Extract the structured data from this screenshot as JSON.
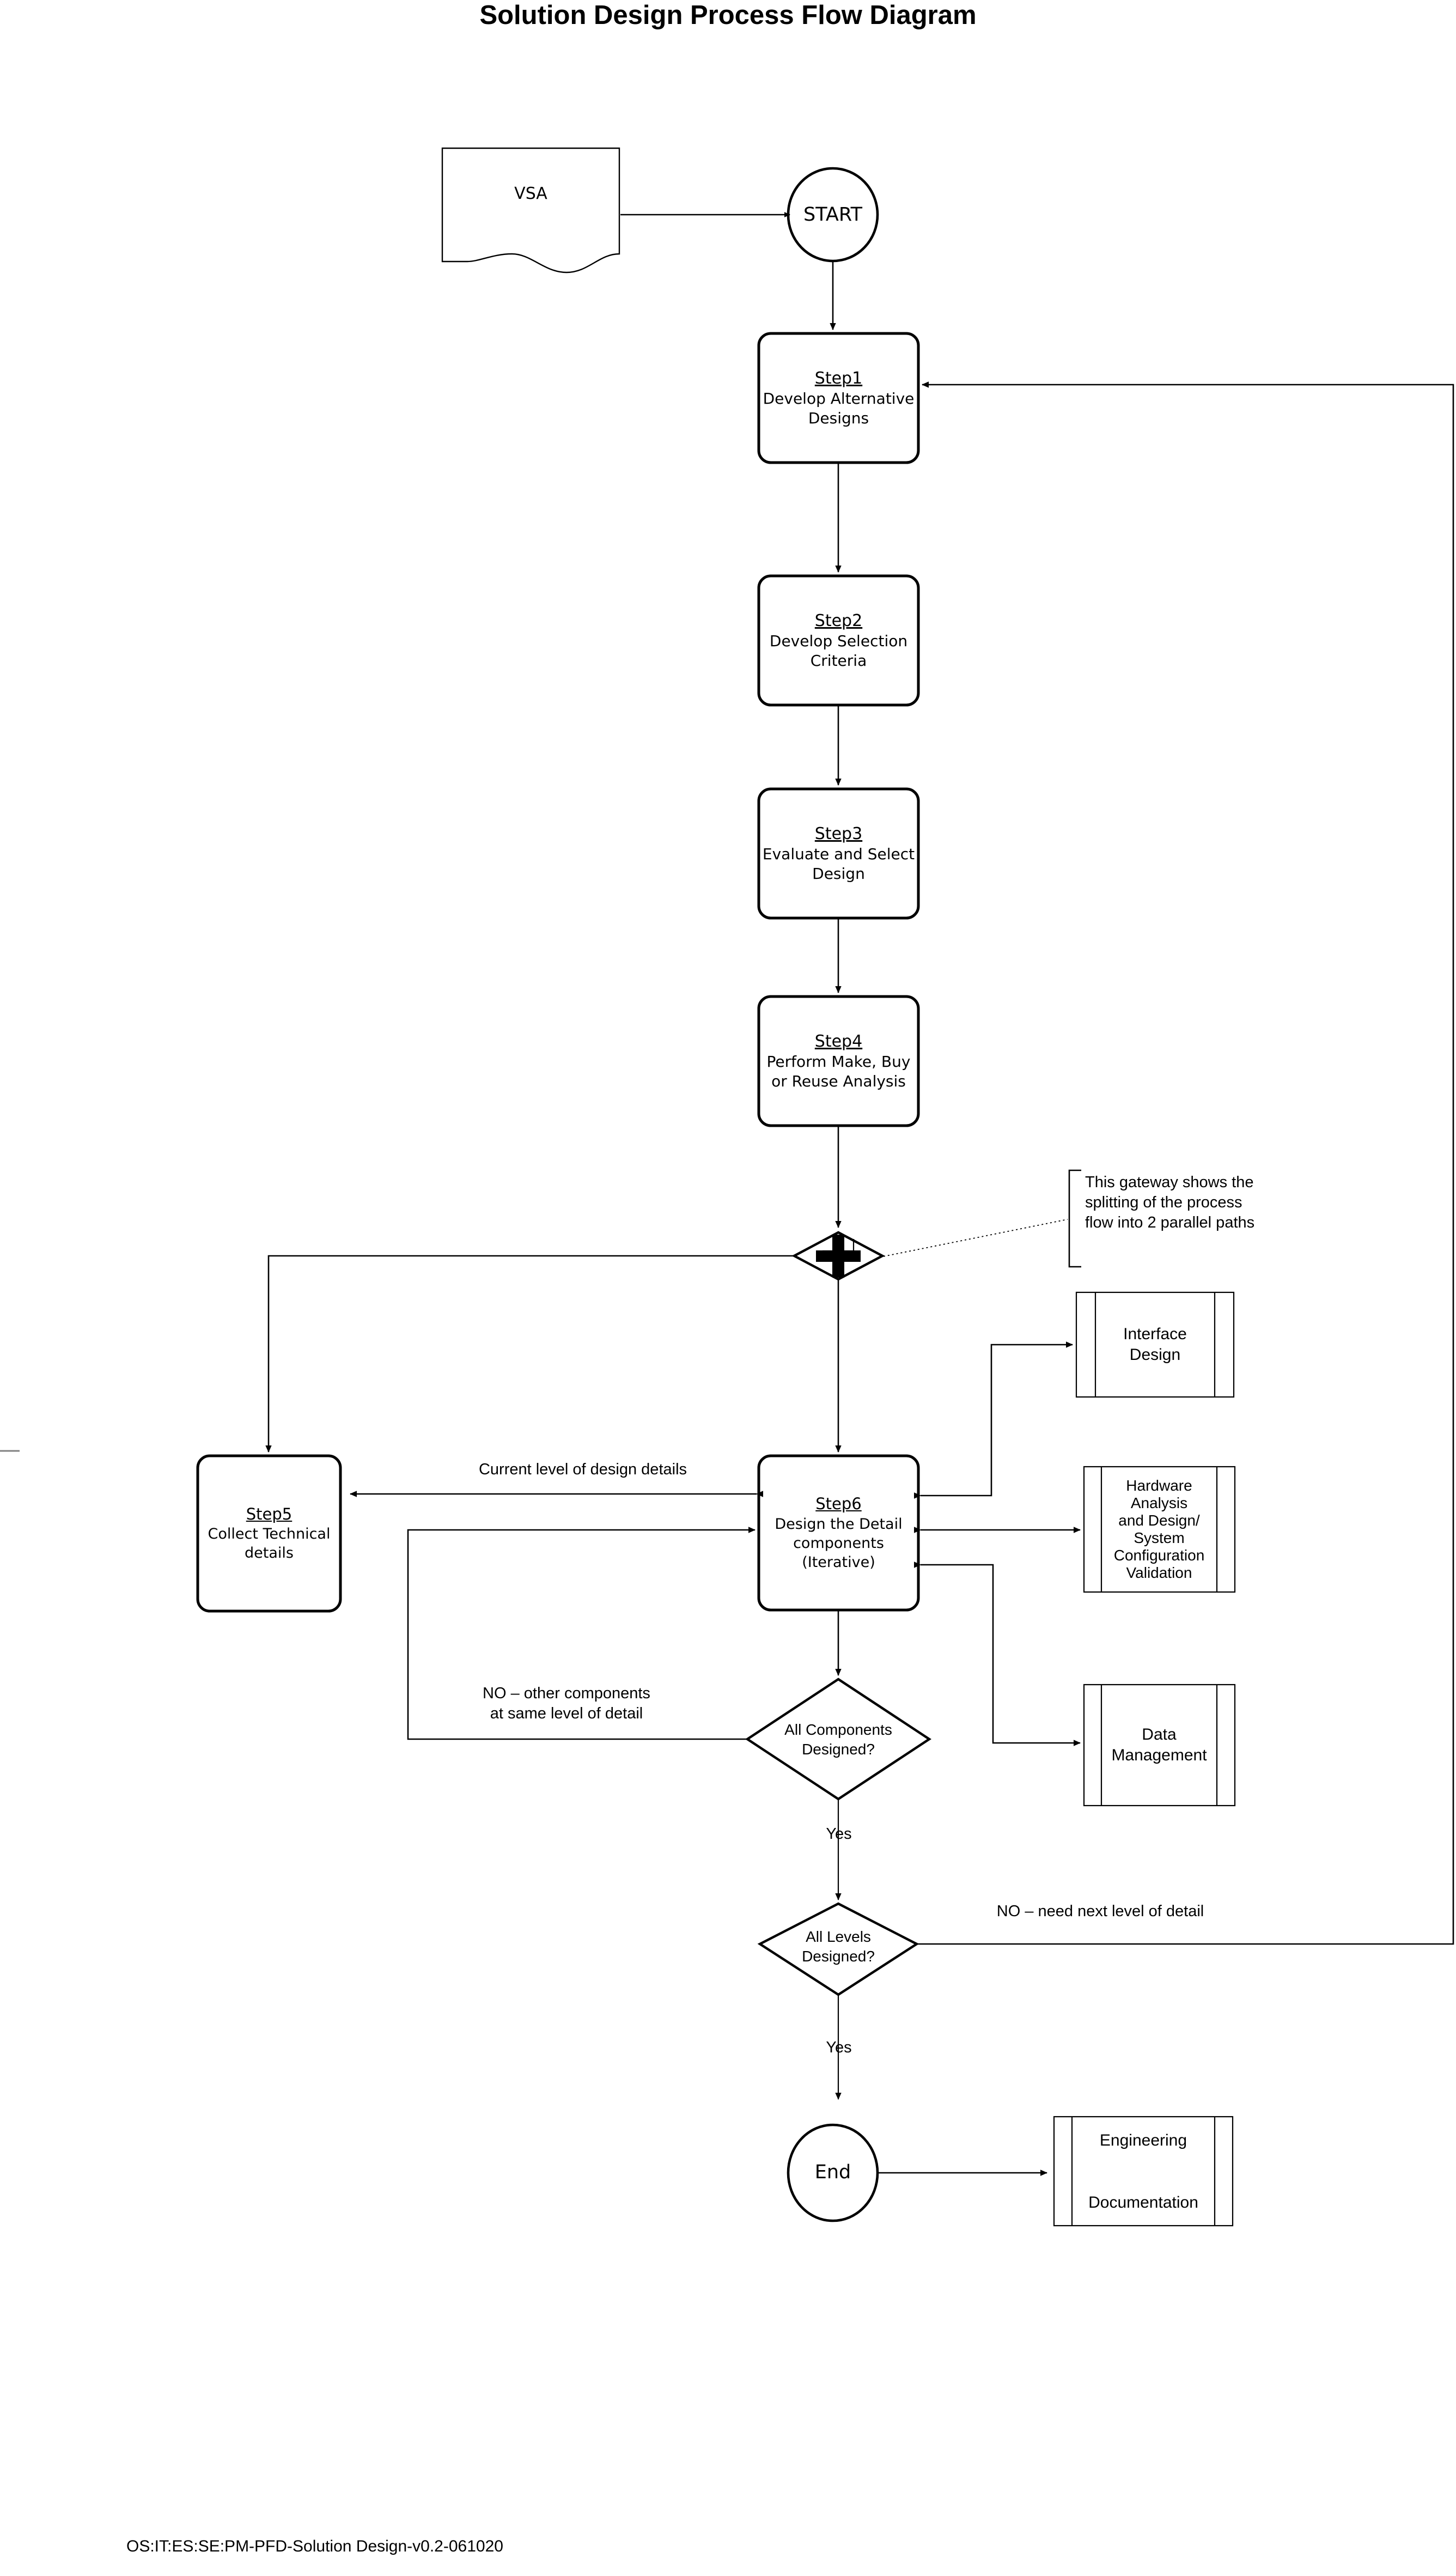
{
  "document": {
    "title": "Solution Design Process Flow Diagram",
    "footer": "OS:IT:ES:SE:PM-PFD-Solution Design-v0.2-061020"
  },
  "colors": {
    "stroke": "#000000",
    "background": "#ffffff",
    "annotation_leader": "#000000",
    "stub": "#808080"
  },
  "chart_data": {
    "type": "diagram",
    "title": "Solution Design Process Flow Diagram",
    "nodes": [
      {
        "id": "vsa",
        "shape": "document",
        "label": "VSA"
      },
      {
        "id": "start",
        "shape": "circle",
        "label": "START"
      },
      {
        "id": "step1",
        "shape": "rounded-rect",
        "title": "Step1",
        "body": "Develop Alternative\nDesigns"
      },
      {
        "id": "step2",
        "shape": "rounded-rect",
        "title": "Step2",
        "body": "Develop Selection\nCriteria"
      },
      {
        "id": "step3",
        "shape": "rounded-rect",
        "title": "Step3",
        "body": "Evaluate and Select\nDesign"
      },
      {
        "id": "step4",
        "shape": "rounded-rect",
        "title": "Step4",
        "body": "Perform Make, Buy\nor Reuse Analysis"
      },
      {
        "id": "gateway",
        "shape": "diamond-parallel",
        "label": "+"
      },
      {
        "id": "step5",
        "shape": "rounded-rect",
        "title": "Step5",
        "body": "Collect Technical\ndetails"
      },
      {
        "id": "step6",
        "shape": "rounded-rect",
        "title": "Step6",
        "body": "Design the Detail\ncomponents\n(Iterative)"
      },
      {
        "id": "interface",
        "shape": "predefined-process",
        "label": "Interface\nDesign"
      },
      {
        "id": "hardware",
        "shape": "predefined-process",
        "label": "Hardware\nAnalysis\n and Design/\nSystem\nConfiguration\nValidation"
      },
      {
        "id": "datamgmt",
        "shape": "predefined-process",
        "label": "Data\nManagement"
      },
      {
        "id": "dec1",
        "shape": "diamond",
        "label": "All Components\nDesigned?"
      },
      {
        "id": "dec2",
        "shape": "diamond",
        "label": "All Levels\nDesigned?"
      },
      {
        "id": "end",
        "shape": "circle",
        "label": "End"
      },
      {
        "id": "engdoc",
        "shape": "predefined-process",
        "label": "Engineering\n\nDocumentation"
      }
    ],
    "annotations": [
      {
        "id": "gateway-note",
        "text": "This gateway shows the\nsplitting of the process\nflow into 2 parallel paths",
        "attached_to": "gateway"
      }
    ],
    "edge_labels": [
      {
        "id": "edge-current-level",
        "text": "Current level of design details",
        "from": "step6",
        "to": "step5"
      },
      {
        "id": "edge-no-components",
        "text": "NO – other components\nat same level of detail",
        "from": "dec1",
        "to": "step6"
      },
      {
        "id": "edge-yes-1",
        "text": "Yes",
        "from": "dec1",
        "to": "dec2"
      },
      {
        "id": "edge-no-levels",
        "text": "NO – need next level of detail",
        "from": "dec2",
        "to": "step1"
      },
      {
        "id": "edge-yes-2",
        "text": "Yes",
        "from": "dec2",
        "to": "end"
      }
    ],
    "edges": [
      {
        "from": "vsa",
        "to": "start"
      },
      {
        "from": "start",
        "to": "step1"
      },
      {
        "from": "step1",
        "to": "step2"
      },
      {
        "from": "step2",
        "to": "step3"
      },
      {
        "from": "step3",
        "to": "step4"
      },
      {
        "from": "step4",
        "to": "gateway"
      },
      {
        "from": "gateway",
        "to": "step5"
      },
      {
        "from": "gateway",
        "to": "step6"
      },
      {
        "from": "step6",
        "to": "step5",
        "label": "Current level of design details"
      },
      {
        "from": "step6",
        "to": "interface",
        "bidirectional": true
      },
      {
        "from": "step6",
        "to": "hardware",
        "bidirectional": true
      },
      {
        "from": "step6",
        "to": "datamgmt",
        "bidirectional": true
      },
      {
        "from": "step6",
        "to": "dec1"
      },
      {
        "from": "dec1",
        "to": "step6",
        "label": "NO – other components at same level of detail"
      },
      {
        "from": "dec1",
        "to": "dec2",
        "label": "Yes"
      },
      {
        "from": "dec2",
        "to": "step1",
        "label": "NO – need next level of detail"
      },
      {
        "from": "dec2",
        "to": "end",
        "label": "Yes"
      },
      {
        "from": "end",
        "to": "engdoc"
      }
    ]
  }
}
